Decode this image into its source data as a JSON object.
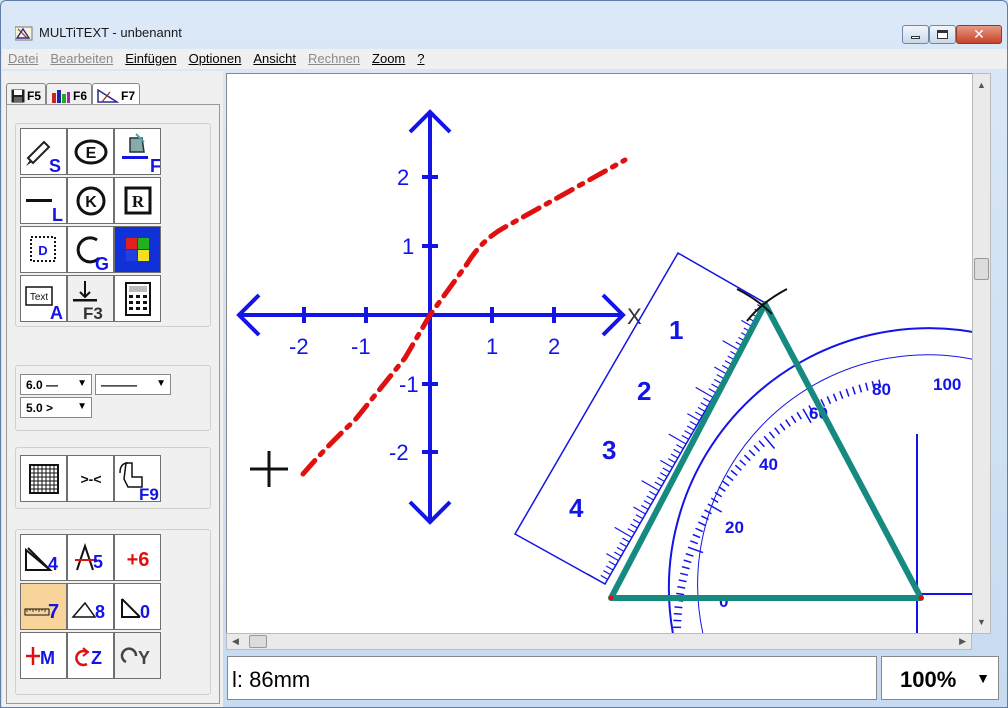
{
  "window": {
    "title": "MULTiTEXT - unbenannt"
  },
  "menu": [
    {
      "label": "Datei",
      "disabled": true
    },
    {
      "label": "Bearbeiten",
      "disabled": true
    },
    {
      "label": "Einfügen",
      "disabled": false
    },
    {
      "label": "Optionen",
      "disabled": false
    },
    {
      "label": "Ansicht",
      "disabled": false
    },
    {
      "label": "Rechnen",
      "disabled": true
    },
    {
      "label": "Zoom",
      "disabled": false
    },
    {
      "label": "?",
      "disabled": false
    }
  ],
  "tabs": [
    {
      "label": "F5",
      "icon": "floppy-icon"
    },
    {
      "label": "F6",
      "icon": "figures-icon"
    },
    {
      "label": "F7",
      "icon": "geometry-icon"
    }
  ],
  "tools": {
    "s": "S",
    "e": "E",
    "f": "F",
    "l": "L",
    "k": "K",
    "r": "R",
    "d": "D",
    "g": "G",
    "text_box": "Text",
    "a": "A",
    "f3": "F3",
    "f9": "F9",
    "compare": ">-<",
    "n4": "4",
    "n5": "5",
    "n6": "+6",
    "n7": "7",
    "n8": "8",
    "n0": "0",
    "m": "M",
    "z": "Z",
    "y": "Y"
  },
  "combos": {
    "line_width": "6.0 —",
    "line_style": "———",
    "arrow_size": "5.0 >"
  },
  "axes": {
    "x_ticks": [
      "-2",
      "-1",
      "1",
      "2"
    ],
    "y_ticks": [
      "2",
      "1",
      "-1",
      "-2"
    ],
    "x_label": "X"
  },
  "ruler_numbers": [
    "1",
    "2",
    "3",
    "4"
  ],
  "protractor_numbers": [
    "0",
    "20",
    "40",
    "60",
    "80",
    "100"
  ],
  "status": {
    "info": "l: 86mm",
    "zoom": "100%"
  },
  "colors": {
    "axes": "#1414e6",
    "graph": "#e01010",
    "triangle": "#168a80",
    "tool_blue": "#1030d8",
    "highlight": "#f8d49a"
  }
}
